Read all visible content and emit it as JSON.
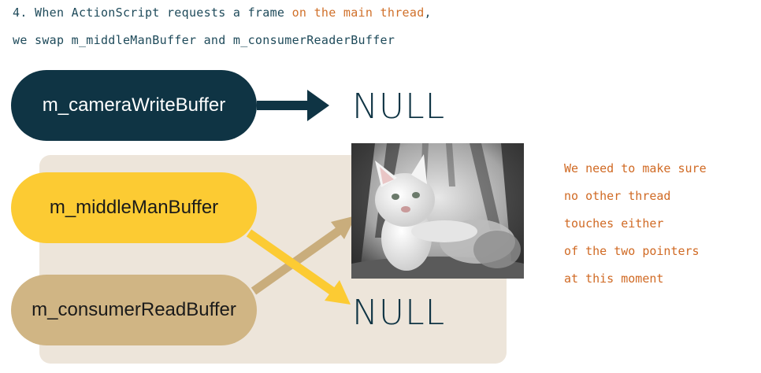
{
  "heading": {
    "line1_prefix": "4. When ActionScript requests a frame ",
    "line1_highlight": "on the main thread",
    "line1_suffix": ",",
    "line2": "we swap m_middleManBuffer and m_consumerReaderBuffer"
  },
  "buffers": {
    "camera": "m_cameraWriteBuffer",
    "middle": "m_middleManBuffer",
    "consumer": "m_consumerReadBuffer"
  },
  "null_top": "NULL",
  "null_bottom": "NULL",
  "note": [
    "We need to make sure",
    "no other thread",
    "touches either",
    "of the two pointers",
    "at this moment"
  ],
  "colors": {
    "dark_teal": "#0f3444",
    "yellow": "#fccb33",
    "tan": "#d0b584",
    "panel_beige": "#ede5da",
    "highlight_orange": "#d0702a",
    "note_orange": "#d06a24"
  }
}
